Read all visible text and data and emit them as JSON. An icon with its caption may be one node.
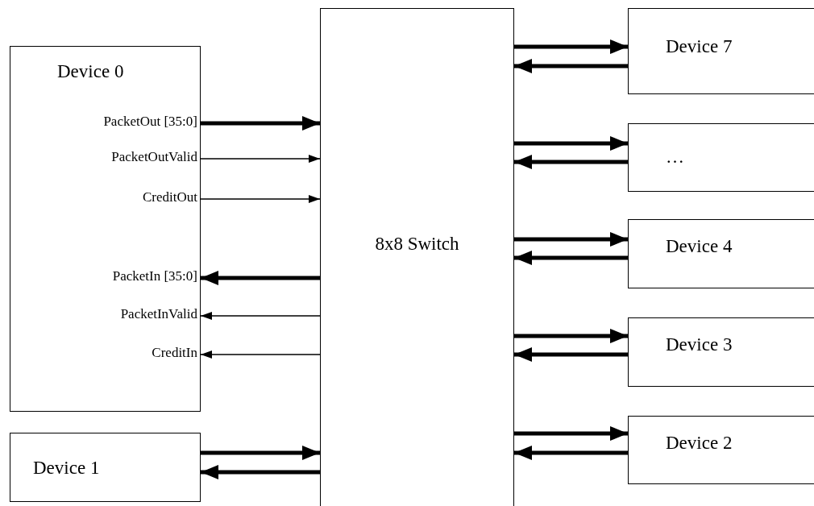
{
  "diagram": {
    "nodes": [
      {
        "text": [
          "Device 0"
        ]
      },
      {
        "text": [
          "Device 1"
        ]
      },
      {
        "text": [
          "8x8 Switch"
        ]
      },
      {
        "text": [
          "Device 7"
        ]
      },
      {
        "text": [
          "…"
        ]
      },
      {
        "text": [
          "Device 4"
        ]
      },
      {
        "text": [
          "Device 3"
        ]
      },
      {
        "text": [
          "Device 2"
        ]
      }
    ],
    "edges": [
      {
        "from": 0,
        "to": 2,
        "arrow": "to",
        "label": "PacketOut [35:0]"
      },
      {
        "from": 0,
        "to": 2,
        "arrow": "to",
        "label": "PacketOutValid"
      },
      {
        "from": 0,
        "to": 2,
        "arrow": "to",
        "label": "CreditOut"
      },
      {
        "from": 2,
        "to": 0,
        "arrow": "to",
        "label": "PacketIn [35:0]"
      },
      {
        "from": 2,
        "to": 0,
        "arrow": "to",
        "label": "PacketInValid"
      },
      {
        "from": 2,
        "to": 0,
        "arrow": "to",
        "label": "CreditIn"
      },
      {
        "from": 1,
        "to": 2,
        "arrow": "to"
      },
      {
        "from": 2,
        "to": 1,
        "arrow": "to"
      },
      {
        "from": 2,
        "to": 3,
        "arrow": "to"
      },
      {
        "from": 3,
        "to": 2,
        "arrow": "to"
      },
      {
        "from": 2,
        "to": 4,
        "arrow": "to"
      },
      {
        "from": 4,
        "to": 2,
        "arrow": "to"
      },
      {
        "from": 2,
        "to": 5,
        "arrow": "to"
      },
      {
        "from": 5,
        "to": 2,
        "arrow": "to"
      },
      {
        "from": 2,
        "to": 6,
        "arrow": "to"
      },
      {
        "from": 6,
        "to": 2,
        "arrow": "to"
      },
      {
        "from": 2,
        "to": 7,
        "arrow": "to"
      },
      {
        "from": 7,
        "to": 2,
        "arrow": "to"
      }
    ]
  }
}
